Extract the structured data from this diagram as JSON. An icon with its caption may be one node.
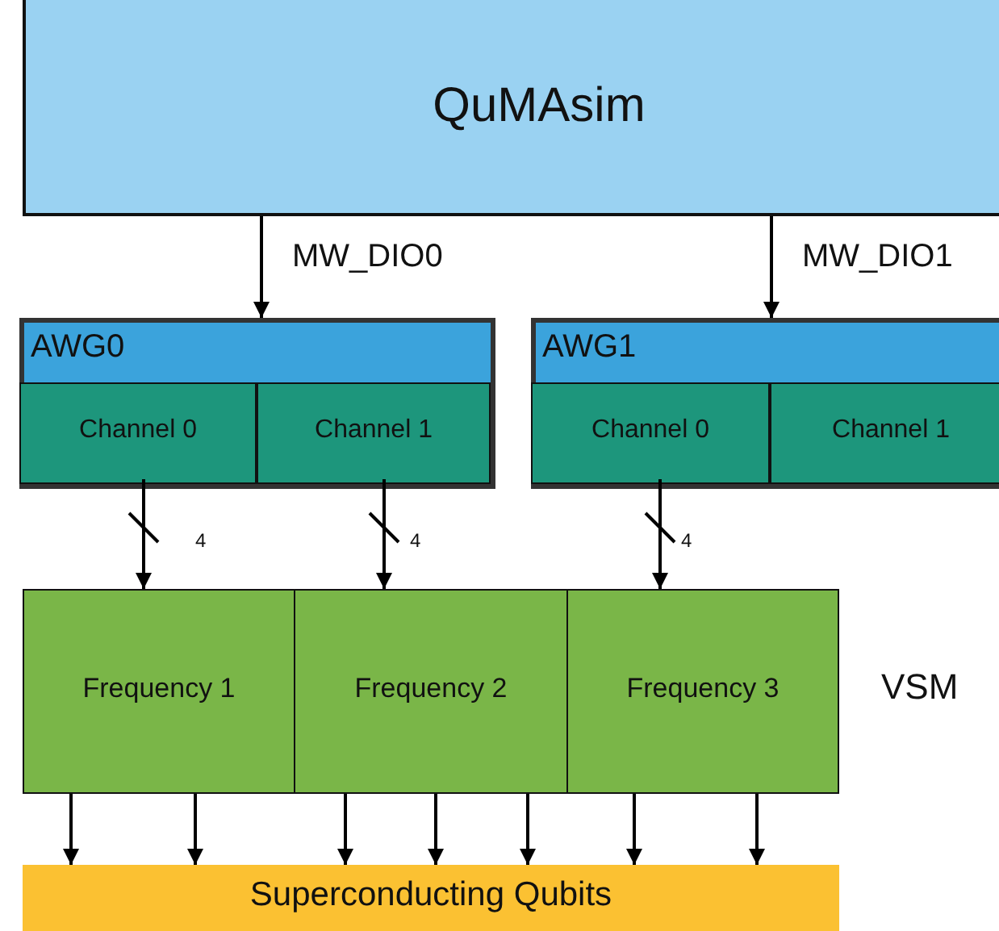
{
  "diagram": {
    "nodes": [
      {
        "text": [
          "QuMAsim"
        ]
      },
      {
        "text": [
          "AWG0"
        ]
      },
      {
        "text": [
          "Channel 0"
        ],
        "in": 1
      },
      {
        "text": [
          "Channel 1"
        ],
        "in": 1
      },
      {
        "text": [
          "AWG1"
        ]
      },
      {
        "text": [
          "Channel 0"
        ],
        "in": 4
      },
      {
        "text": [
          "Channel 1"
        ],
        "in": 4
      },
      {
        "text": [
          "Frequency 1"
        ]
      },
      {
        "text": [
          "Frequency 2"
        ]
      },
      {
        "text": [
          "Frequency 3"
        ]
      },
      {
        "text": [
          "Superconducting Qubits"
        ]
      }
    ],
    "edges": [
      {
        "from": 0,
        "to": 1,
        "arrow": "to",
        "label": "MW_DIO0"
      },
      {
        "from": 0,
        "to": 4,
        "arrow": "to",
        "label": "MW_DIO1"
      },
      {
        "from": 2,
        "to": 7,
        "arrow": "to",
        "label": "4"
      },
      {
        "from": 3,
        "to": 8,
        "arrow": "to",
        "label": "4"
      },
      {
        "from": 5,
        "to": 9,
        "arrow": "to",
        "label": "4"
      },
      {
        "from": 7,
        "to": 10,
        "arrow": "to"
      },
      {
        "from": 7,
        "to": 10,
        "arrow": "to"
      },
      {
        "from": 8,
        "to": 10,
        "arrow": "to"
      },
      {
        "from": 8,
        "to": 10,
        "arrow": "to"
      },
      {
        "from": 8,
        "to": 10,
        "arrow": "to"
      },
      {
        "from": 9,
        "to": 10,
        "arrow": "to"
      },
      {
        "from": 9,
        "to": 10,
        "arrow": "to"
      }
    ],
    "labels": [
      "VSM"
    ]
  }
}
